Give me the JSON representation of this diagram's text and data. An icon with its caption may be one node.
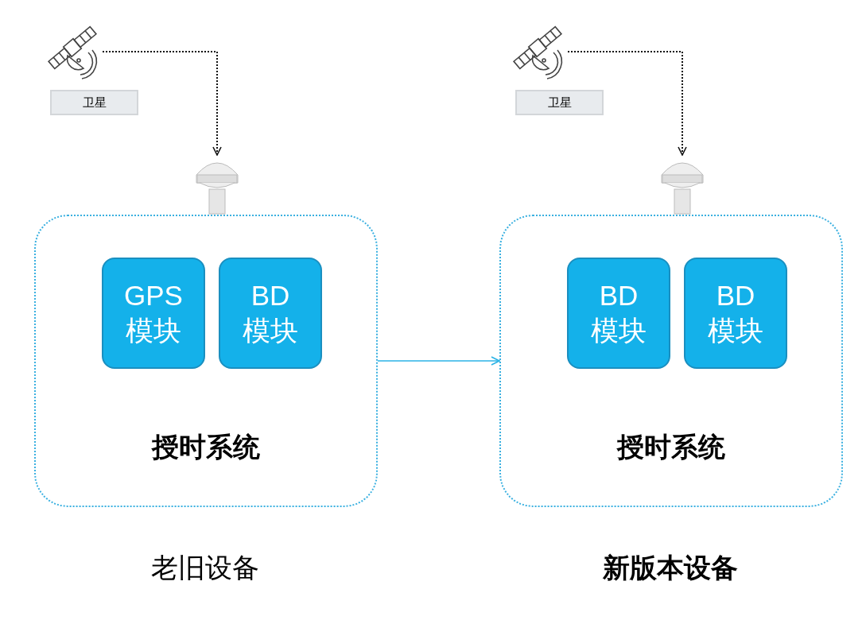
{
  "diagram": {
    "nodes": [
      {
        "text": [],
        "shape": "picture"
      },
      {
        "text": [
          "卫星"
        ]
      },
      {
        "text": [],
        "shape": "picture"
      },
      {
        "text": [
          "授时系统"
        ],
        "beside": [
          "老旧设备"
        ]
      },
      {
        "text": [
          "GPS 模块"
        ],
        "in": 3
      },
      {
        "text": [
          "BD 模块"
        ],
        "in": 3
      },
      {
        "text": [],
        "shape": "picture"
      },
      {
        "text": [
          "卫星"
        ]
      },
      {
        "text": [],
        "shape": "picture"
      },
      {
        "text": [
          "授时系统"
        ],
        "beside": [
          "新版本设备"
        ]
      },
      {
        "text": [
          "BD 模块"
        ],
        "in": 9
      },
      {
        "text": [
          "BD 模块"
        ],
        "in": 9
      }
    ],
    "edges": [
      {
        "from": 0,
        "to": 2,
        "arrow": "to",
        "style": "dashed"
      },
      {
        "from": 6,
        "to": 8,
        "arrow": "to",
        "style": "dashed"
      },
      {
        "from": 3,
        "to": 9,
        "arrow": "to",
        "color": "#2bb3e6"
      }
    ]
  }
}
